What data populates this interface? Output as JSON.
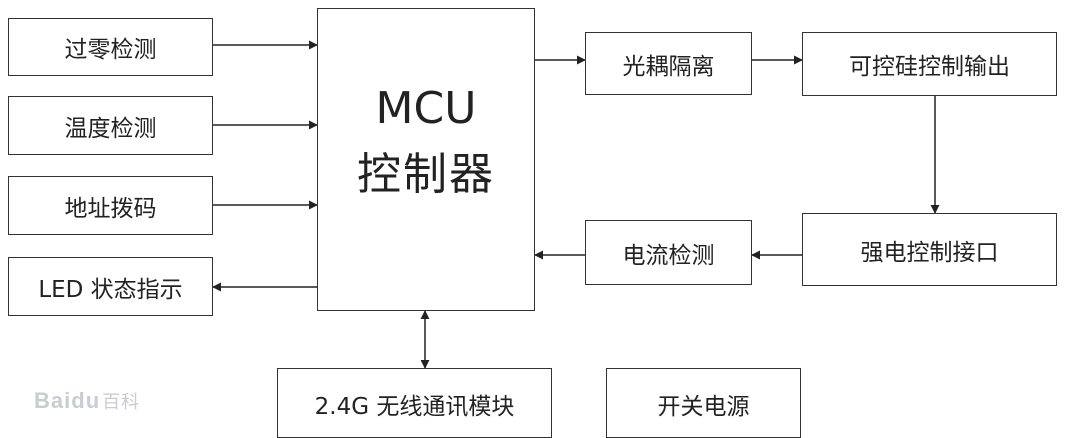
{
  "mcu": {
    "title": "MCU",
    "subtitle": "控制器"
  },
  "inputs": {
    "zero_cross": "过零检测",
    "temperature": "温度检测",
    "address_dip": "地址拨码",
    "led_status": "LED 状态指示"
  },
  "right_chain": {
    "optocoupler": "光耦隔离",
    "thyristor_output": "可控硅控制输出",
    "power_interface": "强电控制接口",
    "current_detect": "电流检测"
  },
  "bottom": {
    "wireless": "2.4G 无线通讯模块",
    "power_supply": "开关电源"
  },
  "watermark": {
    "brand": "Bai",
    "paw": "du",
    "cn": "百科"
  },
  "colors": {
    "line": "#222222",
    "box_border": "#333333",
    "watermark": "#c9ccd2"
  }
}
